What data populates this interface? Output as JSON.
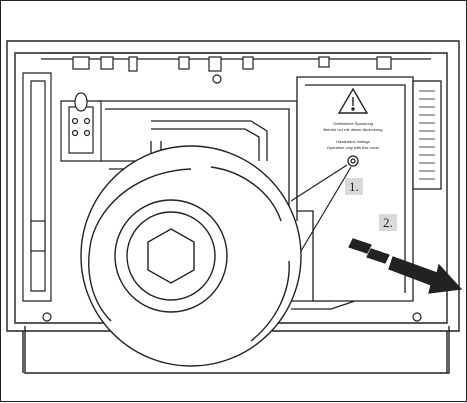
{
  "figure": {
    "type": "technical-illustration",
    "subject": "unit-interior-fan-and-cover",
    "callouts": [
      {
        "id": "step-1",
        "label": "1."
      },
      {
        "id": "step-2",
        "label": "2."
      }
    ],
    "warning_sign": {
      "icon": "warning-triangle-icon",
      "lines": [
        "Gefährliche Spannung",
        "Betrieb nur mit dieser Abdeckung",
        "Hazardous Voltage",
        "Operation only with this cover"
      ]
    },
    "colors": {
      "line": "#222222",
      "fill": "#ffffff",
      "callout_bg": "#d9d9d9",
      "shadow": "#e8e8e8"
    }
  }
}
